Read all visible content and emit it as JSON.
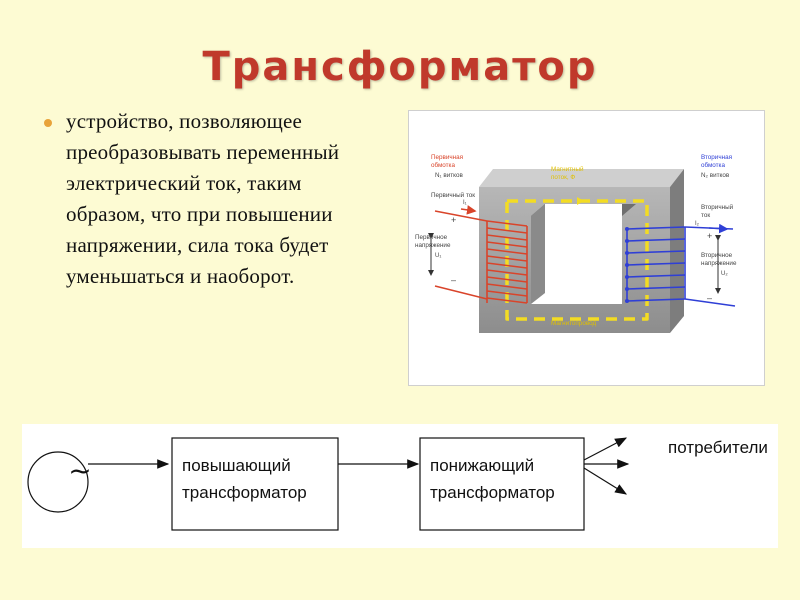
{
  "slide": {
    "title": "Трансформатор",
    "definition": "устройство, позволяющее преобразовывать переменный электрический ток, таким образом, что при повышении напряжении, сила тока будет уменьшаться и наоборот.",
    "accent_color": "#c0392b",
    "bullet_color": "#e8a33a"
  },
  "diagram": {
    "primary_winding_title": [
      "Первичная",
      "обмотка"
    ],
    "primary_turns": "N₁ витков",
    "primary_current": "Первичный ток",
    "primary_current_symbol": "I₁",
    "primary_voltage": [
      "Первичное",
      "напряжение"
    ],
    "primary_voltage_symbol": "U₁",
    "magnetic_flux": [
      "Магнитный",
      "поток, Ф"
    ],
    "secondary_winding_title": [
      "Вторичная",
      "обмотка"
    ],
    "secondary_turns": "N₂ витков",
    "secondary_current": [
      "Вторичный",
      "ток"
    ],
    "secondary_current_symbol": "I₂",
    "secondary_voltage": [
      "Вторичное",
      "напряжение"
    ],
    "secondary_voltage_symbol": "U₂",
    "core_label": "Магнитопровод",
    "plus": "+",
    "minus": "–",
    "primary_color": "#d9442a",
    "secondary_color": "#2f3fd6",
    "flux_color": "#f3dc23",
    "core_color": "#9a9a9a"
  },
  "flow": {
    "source_symbol": "~",
    "step_up_line1": "повышающий",
    "step_up_line2": "трансформатор",
    "step_down_line1": "понижающий",
    "step_down_line2": "трансформатор",
    "consumers": "потребители"
  }
}
